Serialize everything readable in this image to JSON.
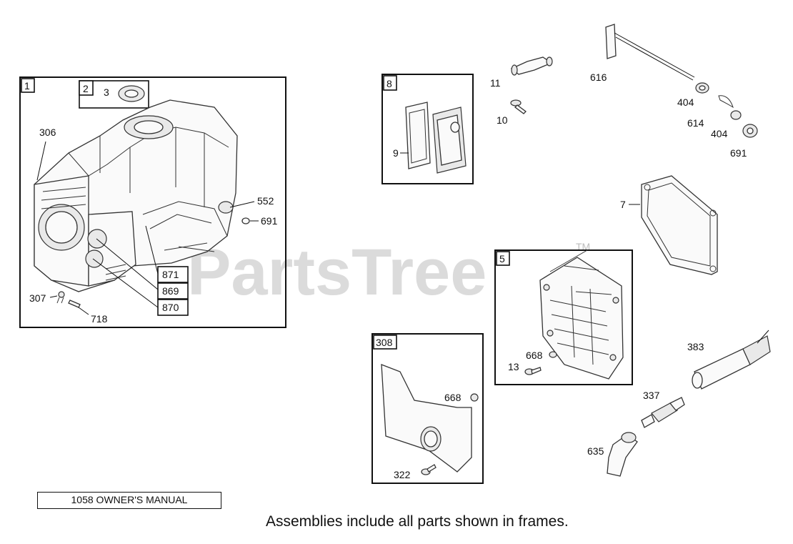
{
  "watermark": {
    "text": "PartsTree",
    "trademark": "TM"
  },
  "frames": {
    "f1": "1",
    "f2": "2",
    "f8": "8",
    "f5": "5",
    "f308": "308"
  },
  "callouts": {
    "c3": "3",
    "c306": "306",
    "c552": "552",
    "c691a": "691",
    "c871": "871",
    "c869": "869",
    "c870": "870",
    "c307": "307",
    "c718": "718",
    "c9": "9",
    "c11": "11",
    "c10": "10",
    "c616": "616",
    "c404a": "404",
    "c614": "614",
    "c404b": "404",
    "c691b": "691",
    "c7": "7",
    "c668a": "668",
    "c13": "13",
    "c383": "383",
    "c337": "337",
    "c635": "635",
    "c668b": "668",
    "c322": "322"
  },
  "manual_label": "1058 OWNER'S MANUAL",
  "footnote": "Assemblies include all parts shown in frames."
}
